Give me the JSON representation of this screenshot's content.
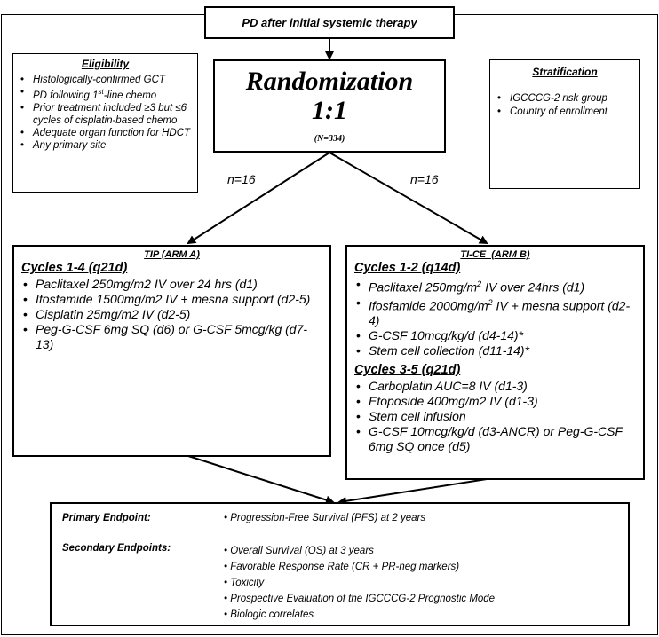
{
  "top_box": {
    "text": "PD after initial systemic therapy"
  },
  "randomization": {
    "line1": "Randomization",
    "line2": "1:1",
    "n": "(N=334)"
  },
  "eligibility": {
    "title": "Eligibility",
    "items": [
      "Histologically-confirmed GCT",
      "PD following 1st-line chemo",
      "Prior treatment included ≥3 but ≤6 cycles of cisplatin-based chemo",
      "Adequate organ function for HDCT",
      "Any primary site"
    ],
    "item2_pre": "PD following 1",
    "item2_sup": "st",
    "item2_post": "-line chemo"
  },
  "stratification": {
    "title": "Stratification",
    "items": [
      "IGCCCG-2 risk group",
      "Country of enrollment"
    ]
  },
  "arm_labels": {
    "left_n": "n=16",
    "right_n": "n=16"
  },
  "arm_a": {
    "title": "TIP (ARM A)",
    "cycles_title": "Cycles 1-4 (q21d)",
    "items": [
      "Paclitaxel 250mg/m2 IV over 24 hrs (d1)",
      "Ifosfamide 1500mg/m2 IV + mesna support (d2-5)",
      "Cisplatin 25mg/m2 IV (d2-5)",
      "Peg-G-CSF 6mg SQ (d6) or G-CSF 5mcg/kg (d7-13)"
    ]
  },
  "arm_b": {
    "title": "TI-CE  (ARM B)",
    "cycles1_title": "Cycles 1-2 (q14d)",
    "cycles1_items": [
      "Paclitaxel 250mg/m2 IV over 24hrs (d1)",
      "Ifosfamide 2000mg/m2 IV + mesna support (d2-4)",
      "G-CSF 10mcg/kg/d (d4-14)*",
      "Stem cell collection (d11-14)*"
    ],
    "c1_item1_pre": "Paclitaxel 250mg/m",
    "c1_item1_sup": "2",
    "c1_item1_post": " IV over 24hrs (d1)",
    "c1_item2_pre": "Ifosfamide 2000mg/m",
    "c1_item2_sup": "2",
    "c1_item2_post": " IV + mesna support (d2-4)",
    "cycles2_title": "Cycles 3-5 (q21d)",
    "cycles2_items": [
      "Carboplatin AUC=8 IV (d1-3)",
      "Etoposide 400mg/m2 IV (d1-3)",
      "Stem cell infusion",
      "G-CSF 10mcg/kg/d (d3-ANCR) or Peg-G-CSF 6mg SQ once (d5)"
    ]
  },
  "endpoints": {
    "primary_label": "Primary Endpoint:",
    "primary_items": [
      "• Progression-Free Survival (PFS) at 2 years"
    ],
    "secondary_label": "Secondary Endpoints:",
    "secondary_items": [
      "• Overall Survival (OS) at 3 years",
      "• Favorable Response Rate (CR + PR-neg markers)",
      "• Toxicity",
      "• Prospective Evaluation of the IGCCCG-2 Prognostic Mode",
      "• Biologic correlates"
    ]
  }
}
